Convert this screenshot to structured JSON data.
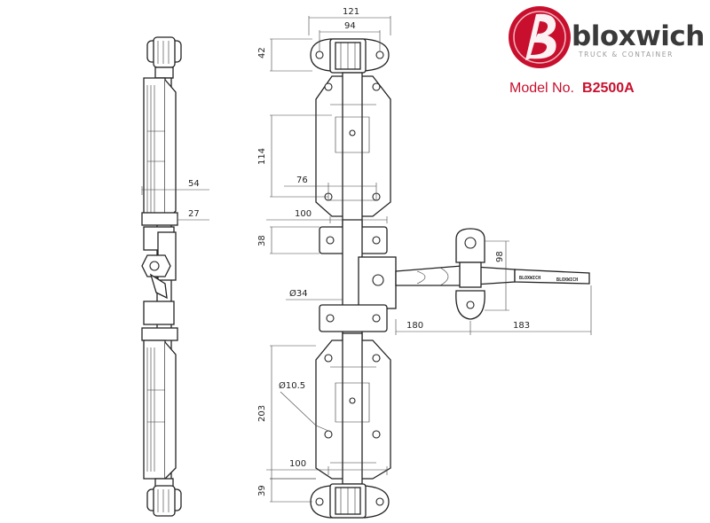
{
  "brand": {
    "name": "bloxwich",
    "tagline": "TRUCK & CONTAINER",
    "logo_color": "#c8102e"
  },
  "model": {
    "label": "Model No.",
    "number": "B2500A"
  },
  "handle_marking": "BLOXWICH",
  "dimensions": {
    "top_overall_width": "121",
    "top_hole_spacing": "94",
    "top_keeper_height": "42",
    "upper_guide_height": "114",
    "upper_guide_hole_spacing": "76",
    "side_depth": "54",
    "side_bar_offset": "27",
    "bracket_width": "100",
    "bracket_height": "38",
    "handle_pivot_height": "98",
    "bar_diameter": "Ø34",
    "handle_reach": "180",
    "handle_length": "183",
    "hole_diameter": "Ø10.5",
    "lower_guide_height": "203",
    "lower_guide_hole_spacing": "100",
    "bottom_keeper_height": "39"
  }
}
